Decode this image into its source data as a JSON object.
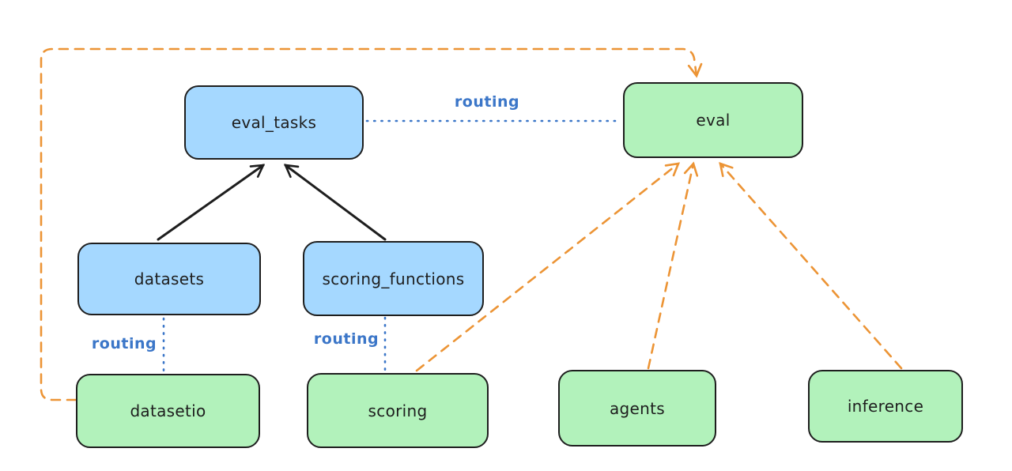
{
  "diagram": {
    "type": "flow-diagram",
    "colors": {
      "resource_fill": "#a5d8ff",
      "api_fill": "#b2f2bb",
      "stroke": "#1e1e1e",
      "routing_line": "#3b76c8",
      "dependency_line": "#ec9435",
      "background": "#ffffff"
    },
    "nodes": [
      {
        "id": "eval_tasks",
        "label": "eval_tasks",
        "color": "blue"
      },
      {
        "id": "eval",
        "label": "eval",
        "color": "green"
      },
      {
        "id": "datasets",
        "label": "datasets",
        "color": "blue"
      },
      {
        "id": "scoring_functions",
        "label": "scoring_functions",
        "color": "blue"
      },
      {
        "id": "datasetio",
        "label": "datasetio",
        "color": "green"
      },
      {
        "id": "scoring",
        "label": "scoring",
        "color": "green"
      },
      {
        "id": "agents",
        "label": "agents",
        "color": "green"
      },
      {
        "id": "inference",
        "label": "inference",
        "color": "green"
      }
    ],
    "edges": [
      {
        "from": "datasets",
        "to": "eval_tasks",
        "style": "solid",
        "color": "#1e1e1e",
        "arrow": true,
        "label": ""
      },
      {
        "from": "scoring_functions",
        "to": "eval_tasks",
        "style": "solid",
        "color": "#1e1e1e",
        "arrow": true,
        "label": ""
      },
      {
        "from": "eval_tasks",
        "to": "eval",
        "style": "dotted",
        "color": "#3b76c8",
        "arrow": false,
        "label": "routing"
      },
      {
        "from": "datasets",
        "to": "datasetio",
        "style": "dotted",
        "color": "#3b76c8",
        "arrow": false,
        "label": "routing"
      },
      {
        "from": "scoring_functions",
        "to": "scoring",
        "style": "dotted",
        "color": "#3b76c8",
        "arrow": false,
        "label": "routing"
      },
      {
        "from": "datasetio",
        "to": "eval",
        "style": "dashed",
        "color": "#ec9435",
        "arrow": true,
        "label": ""
      },
      {
        "from": "scoring",
        "to": "eval",
        "style": "dashed",
        "color": "#ec9435",
        "arrow": true,
        "label": ""
      },
      {
        "from": "agents",
        "to": "eval",
        "style": "dashed",
        "color": "#ec9435",
        "arrow": true,
        "label": ""
      },
      {
        "from": "inference",
        "to": "eval",
        "style": "dashed",
        "color": "#ec9435",
        "arrow": true,
        "label": ""
      }
    ]
  }
}
